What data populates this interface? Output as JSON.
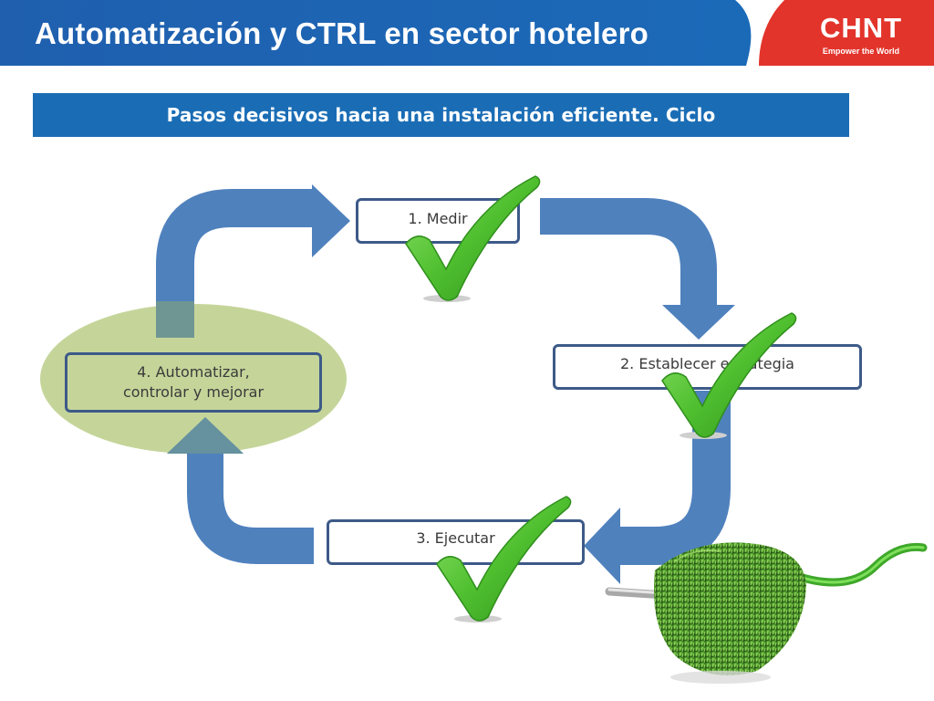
{
  "header": {
    "title": "Automatización y CTRL en sector hotelero",
    "logo_text": "CHNT",
    "logo_tagline": "Empower the World",
    "bg_color": "#1b6ab8",
    "accent_color": "#e2342b"
  },
  "subtitle": {
    "text": "Pasos decisivos hacia una instalación eficiente. Ciclo",
    "bg_color": "#1a6db5"
  },
  "cycle": {
    "steps": [
      {
        "label": "1. Medir"
      },
      {
        "label": "2. Establecer estrategia"
      },
      {
        "label": "3. Ejecutar"
      },
      {
        "label_line1": "4. Automatizar,",
        "label_line2": "controlar y mejorar"
      }
    ],
    "arrow_color": "#4f81bd",
    "highlight_color": "#c5d59a",
    "check_color": "#5cc13a"
  },
  "icons": [
    "checkmark-icon",
    "green-plug-icon"
  ]
}
